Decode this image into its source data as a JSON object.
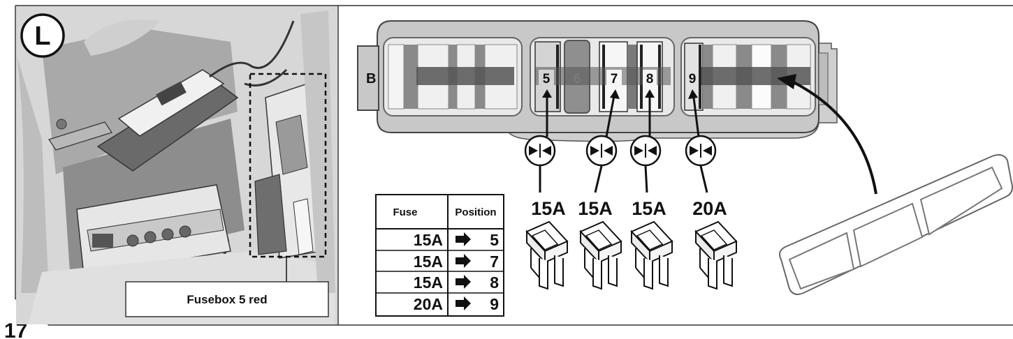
{
  "step_number": "17",
  "side_badge": "L",
  "fusebox_caption": "Fusebox 5 red",
  "fusebox": {
    "row_label": "B",
    "slot_labels": [
      "5",
      "6",
      "7",
      "8",
      "9"
    ]
  },
  "fuses": [
    {
      "rating": "15A",
      "position": "5"
    },
    {
      "rating": "15A",
      "position": "7"
    },
    {
      "rating": "15A",
      "position": "8"
    },
    {
      "rating": "20A",
      "position": "9"
    }
  ],
  "table": {
    "header_fuse": "Fuse",
    "header_position": "Position",
    "rows": [
      {
        "fuse": "15A",
        "position": "5"
      },
      {
        "fuse": "15A",
        "position": "7"
      },
      {
        "fuse": "15A",
        "position": "8"
      },
      {
        "fuse": "20A",
        "position": "9"
      }
    ]
  },
  "colors": {
    "photo_bg": "#d4d4d4",
    "slot_light": "#f4f4f4",
    "slot_dark": "#6a6a6a",
    "frame_border": "#333333",
    "fusebox_body": "#c6c6c6"
  },
  "icons": [
    "side-L-badge",
    "fuse-insert-icon",
    "blade-fuse-icon",
    "arrow-icon",
    "fuse-cover-frame"
  ]
}
